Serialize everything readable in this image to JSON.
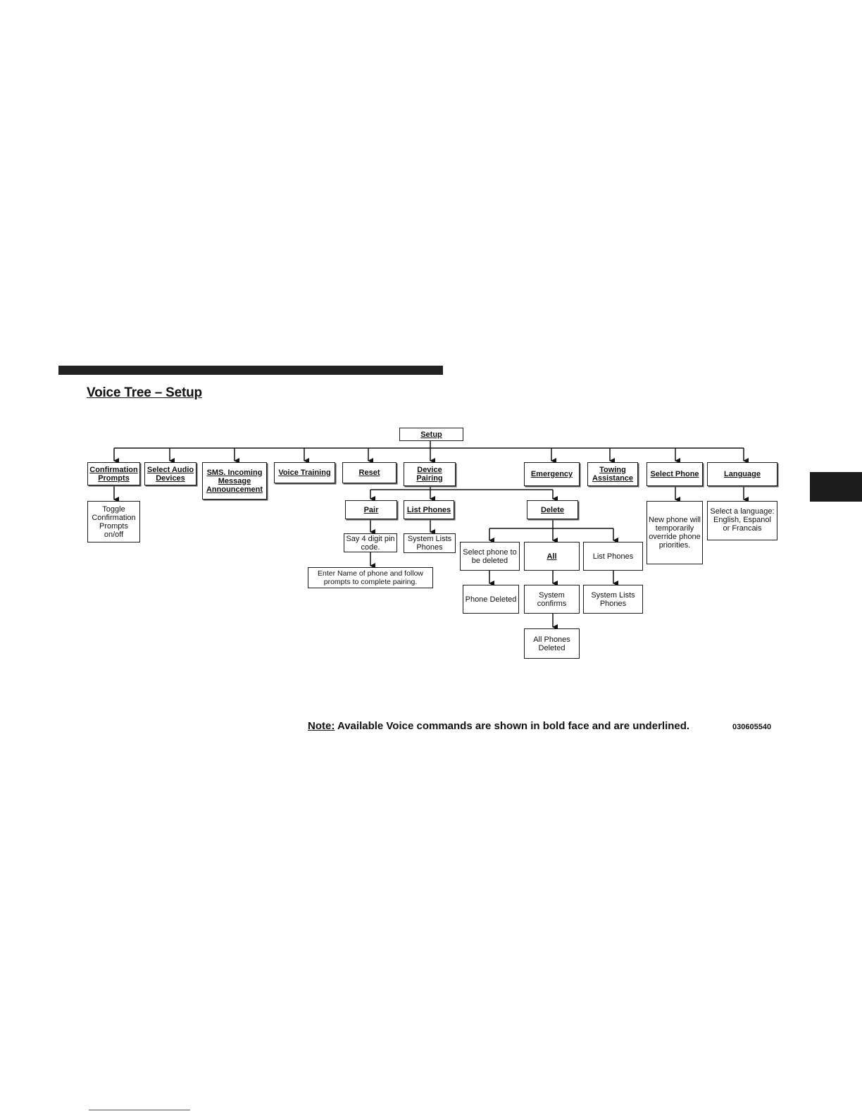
{
  "page": {
    "title": "Voice Tree – Setup"
  },
  "tree": {
    "root": "Setup",
    "level1": {
      "confirmation_prompts": "Confirmation Prompts",
      "select_audio_devices": "Select Audio Devices",
      "sms_incoming": "SMS. Incoming Message Announcement",
      "voice_training": "Voice Training",
      "reset": "Reset",
      "device_pairing": "Device Pairing",
      "emergency": "Emergency",
      "towing_assistance": "Towing Assistance",
      "select_phone": "Select Phone",
      "language": "Language"
    },
    "confirmation_result": "Toggle Confirmation Prompts on/off",
    "select_phone_result": "New phone will temporarily override phone priorities.",
    "language_result": "Select a language: English, Espanol or Francais",
    "pairing": {
      "pair": "Pair",
      "list_phones": "List Phones",
      "delete": "Delete",
      "say_pin": "Say 4 digit pin code.",
      "enter_name": "Enter Name of phone and follow prompts to complete pairing.",
      "system_lists_phones": "System Lists Phones"
    },
    "delete": {
      "select_phone": "Select phone to be deleted",
      "all": "All",
      "list_phones": "List Phones",
      "phone_deleted": "Phone Deleted",
      "system_confirms": "System confirms",
      "system_lists_phones": "System Lists Phones",
      "all_phones_deleted": "All Phones Deleted"
    }
  },
  "note": {
    "label": "Note:",
    "text": " Available Voice commands are shown in bold face and are underlined."
  },
  "figure_code": "030605540"
}
